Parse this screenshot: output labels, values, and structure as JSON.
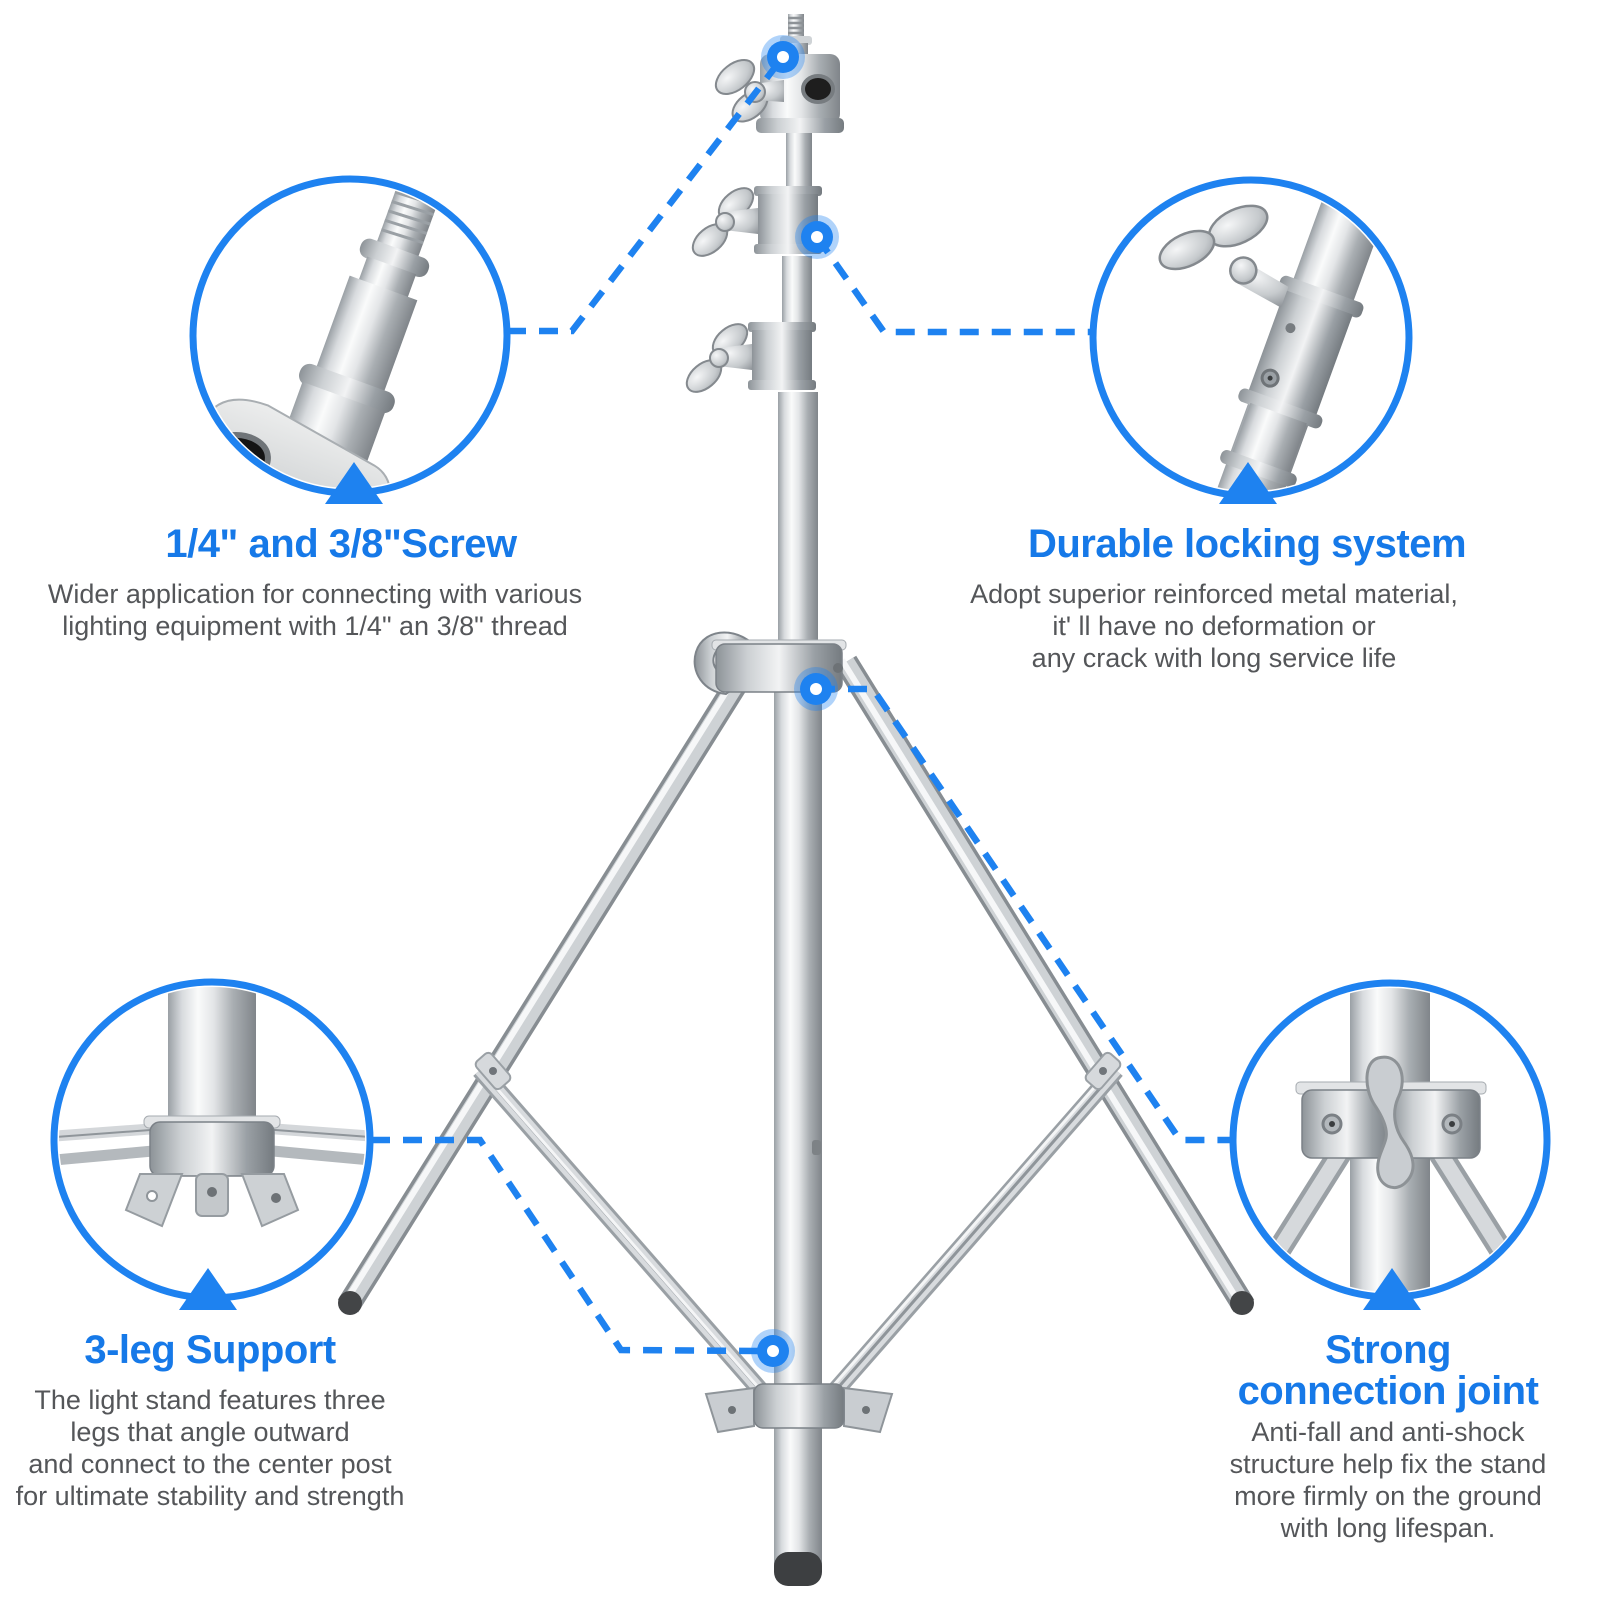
{
  "canvas": {
    "background": "#ffffff"
  },
  "colors": {
    "accent_blue": "#1679e8",
    "leader_line_blue": "#1e82f0",
    "body_text_gray": "#545659",
    "metal_silver": "#d8dbde",
    "foot_cap_dark": "#3d3f41"
  },
  "callouts": {
    "screw": {
      "heading": "1/4\" and 3/8\"Screw",
      "body": [
        "Wider application for connecting with various",
        "lighting equipment with 1/4\" an 3/8\" thread"
      ]
    },
    "locking": {
      "heading": "Durable locking system",
      "body": [
        "Adopt superior reinforced metal material,",
        "it' ll have no deformation or",
        "any crack  with long service life"
      ]
    },
    "legs": {
      "heading": "3-leg Support",
      "body": [
        "The light stand features three",
        "legs that angle outward",
        "and connect to the center post",
        "for ultimate stability and strength"
      ]
    },
    "joint": {
      "heading_line1": "Strong",
      "heading_line2": "connection joint",
      "body": [
        "Anti-fall and anti-shock",
        "structure help fix the stand",
        "more firmly on the ground",
        "with long lifespan."
      ]
    }
  }
}
